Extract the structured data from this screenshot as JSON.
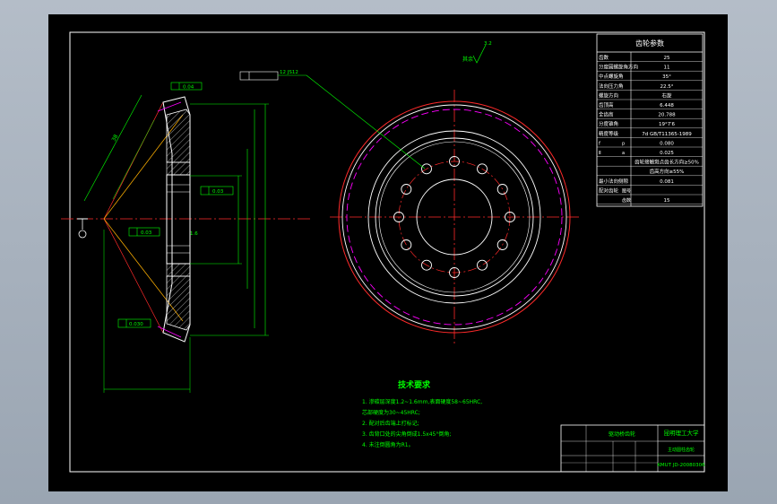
{
  "colors": {
    "background": "#000000",
    "frame": "#ffffff",
    "center_line": "#ff2a2a",
    "dimension": "#00ff00",
    "hidden": "#ff00ff",
    "section": "#d8d8d8"
  },
  "params_table": {
    "title": "齿轮参数",
    "rows": [
      {
        "label": "齿数",
        "value": "25"
      },
      {
        "label": "分度圆螺旋角方向",
        "value": "11"
      },
      {
        "label": "中点螺旋角",
        "value": "35°"
      },
      {
        "label": "法向压力角",
        "value": "22.5°"
      },
      {
        "label": "螺旋方向",
        "value": "右旋"
      },
      {
        "label": "齿顶高",
        "value": "6.448"
      },
      {
        "label": "全齿高",
        "value": "20.788"
      },
      {
        "label": "分度锥角",
        "value": "19°7′6"
      },
      {
        "label": "精度等级",
        "value": "7d GB/T11365-1989"
      },
      {
        "label": "f",
        "sub": "p",
        "value": "0.080"
      },
      {
        "label": "Ⅱ",
        "sub": "a",
        "value": "0.025"
      },
      {
        "label": "",
        "value": "齿轮接触斑点齿长方向≥50%"
      },
      {
        "label": "",
        "value": "齿高方向≥55%"
      },
      {
        "label": "最小法向侧隙",
        "value": "0.081"
      },
      {
        "label": "配对齿轮",
        "sub": "图号",
        "value": ""
      },
      {
        "label": "",
        "sub": "齿数",
        "value": "15"
      }
    ]
  },
  "tech_requirements": {
    "title": "技术要求",
    "items": [
      "1. 渗碳层深度1.2~1.6mm,表面硬度58~65HRC,",
      "   芯部硬度为30~45HRC;",
      "2. 配对后齿端上打标记;",
      "3. 齿背口处的尖角倒成1.5x45°倒角;",
      "4. 未注倒圆角为R1。"
    ]
  },
  "title_block": {
    "university": "昆明理工大学",
    "drawing_name": "主动圆柱齿轮",
    "part_name": "驱动桥齿轮",
    "drawing_no": "KMUT JD-20080306"
  },
  "annotations": {
    "tolerance_top": "0.04",
    "fit_label": "12 JS12",
    "tolerance_mid": "0.03",
    "tolerance_low": "0.03",
    "tolerance_bottom": "0.030",
    "roughness_top": "3.2",
    "roughness_note": "其余",
    "roughness_side": "1.6",
    "dim_side": "38"
  }
}
